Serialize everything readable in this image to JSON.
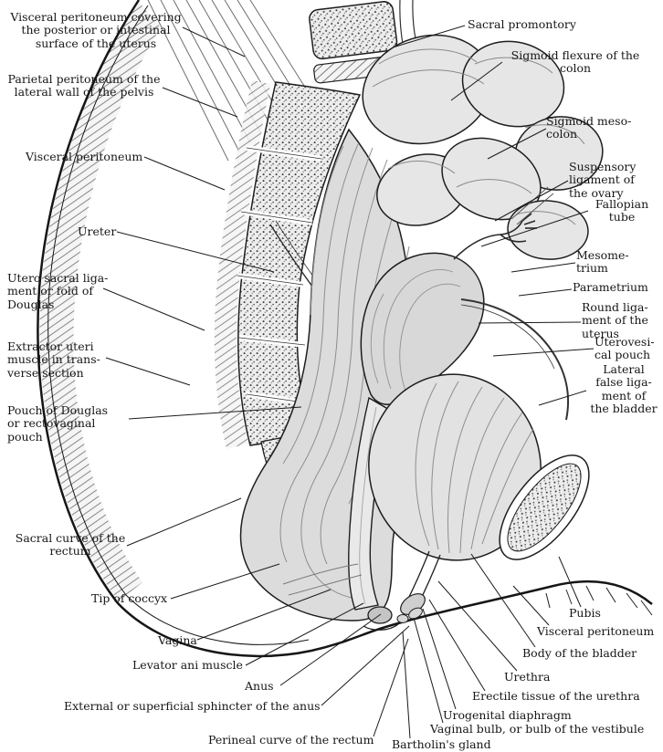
{
  "colors": {
    "ink": "#1a1a1a",
    "paper": "#ffffff"
  },
  "labels": [
    {
      "id": "visceral-peritoneum-uterus",
      "text": "Visceral peritoneum covering\nthe posterior or intestinal\nsurface of the uterus"
    },
    {
      "id": "parietal-peritoneum",
      "text": "Parietal peritoneum of the\nlateral wall of the pelvis"
    },
    {
      "id": "visceral-peritoneum-left",
      "text": "Visceral peritoneum"
    },
    {
      "id": "ureter",
      "text": "Ureter"
    },
    {
      "id": "uterosacral-ligament",
      "text": "Utero sacral liga-\nment or fold of\nDouglas"
    },
    {
      "id": "extractor-uteri-muscle",
      "text": "Extractor uteri\nmuscle in trans-\nverse section"
    },
    {
      "id": "pouch-of-douglas",
      "text": "Pouch of Douglas\nor rectovaginal\npouch"
    },
    {
      "id": "sacral-curve-rectum",
      "text": "Sacral curve of the\nrectum"
    },
    {
      "id": "tip-of-coccyx",
      "text": "Tip of coccyx"
    },
    {
      "id": "vagina",
      "text": "Vagina"
    },
    {
      "id": "levator-ani-muscle",
      "text": "Levator ani muscle"
    },
    {
      "id": "anus",
      "text": "Anus"
    },
    {
      "id": "external-sphincter-anus",
      "text": "External or superficial sphincter of the anus"
    },
    {
      "id": "perineal-curve-rectum",
      "text": "Perineal curve of the rectum"
    },
    {
      "id": "sacral-promontory",
      "text": "Sacral promontory"
    },
    {
      "id": "sigmoid-flexure",
      "text": "Sigmoid flexure of the\ncolon"
    },
    {
      "id": "sigmoid-mesocolon",
      "text": "Sigmoid meso-\ncolon"
    },
    {
      "id": "suspensory-ligament-ovary",
      "text": "Suspensory\nligament of\nthe ovary"
    },
    {
      "id": "fallopian-tube",
      "text": "Fallopian\ntube"
    },
    {
      "id": "mesometrium",
      "text": "Mesome-\ntrium"
    },
    {
      "id": "parametrium",
      "text": "Parametrium"
    },
    {
      "id": "round-ligament-uterus",
      "text": "Round liga-\nment of the\nuterus"
    },
    {
      "id": "uterovesical-pouch",
      "text": "Uterovesi-\ncal pouch"
    },
    {
      "id": "lateral-false-ligament-bladder",
      "text": "Lateral\nfalse liga-\nment of\nthe bladder"
    },
    {
      "id": "pubis",
      "text": "Pubis"
    },
    {
      "id": "visceral-peritoneum-right",
      "text": "Visceral peritoneum"
    },
    {
      "id": "body-of-bladder",
      "text": "Body of the bladder"
    },
    {
      "id": "urethra",
      "text": "Urethra"
    },
    {
      "id": "erectile-tissue-urethra",
      "text": "Erectile tissue of the urethra"
    },
    {
      "id": "urogenital-diaphragm",
      "text": "Urogenital diaphragm"
    },
    {
      "id": "vaginal-bulb",
      "text": "Vaginal bulb, or bulb of the vestibule"
    },
    {
      "id": "bartholins-gland",
      "text": "Bartholin's gland"
    }
  ]
}
